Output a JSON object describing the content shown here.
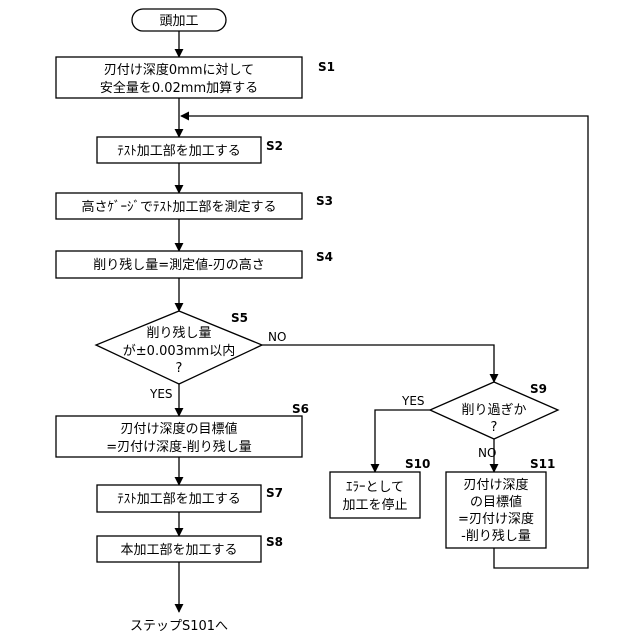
{
  "start": "頭加工",
  "steps": {
    "s1": {
      "label": "S1",
      "lines": [
        "刃付け深度0mmに対して",
        "安全量を0.02mm加算する"
      ]
    },
    "s2": {
      "label": "S2",
      "lines": [
        "ﾃｽﾄ加工部を加工する"
      ]
    },
    "s3": {
      "label": "S3",
      "lines": [
        "高さｹﾞｰｼﾞでﾃｽﾄ加工部を測定する"
      ]
    },
    "s4": {
      "label": "S4",
      "lines": [
        "削り残し量=測定値-刃の高さ"
      ]
    },
    "s5": {
      "label": "S5",
      "lines": [
        "削り残し量",
        "が±0.003mm以内",
        "?"
      ]
    },
    "s6": {
      "label": "S6",
      "lines": [
        "刃付け深度の目標値",
        "=刃付け深度-削り残し量"
      ]
    },
    "s7": {
      "label": "S7",
      "lines": [
        "ﾃｽﾄ加工部を加工する"
      ]
    },
    "s8": {
      "label": "S8",
      "lines": [
        "本加工部を加工する"
      ]
    },
    "s9": {
      "label": "S9",
      "lines": [
        "削り過ぎか",
        "?"
      ]
    },
    "s10": {
      "label": "S10",
      "lines": [
        "ｴﾗｰとして",
        "加工を停止"
      ]
    },
    "s11": {
      "label": "S11",
      "lines": [
        "刃付け深度",
        "の目標値",
        "=刃付け深度",
        "-削り残し量"
      ]
    }
  },
  "branches": {
    "s5_no": "NO",
    "s5_yes": "YES",
    "s9_yes": "YES",
    "s9_no": "NO"
  },
  "end": "ステップS101へ"
}
